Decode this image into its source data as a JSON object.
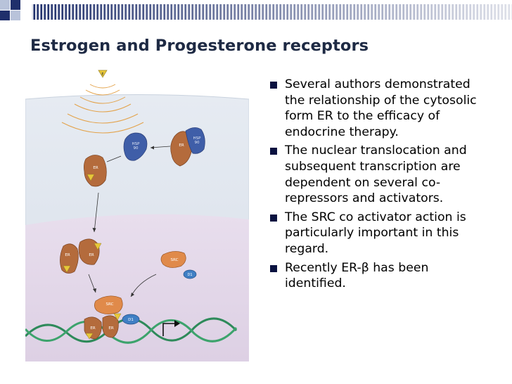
{
  "slide": {
    "title": "Estrogen and Progesterone receptors",
    "bullets": [
      "Several authors demonstrated the relationship of the cytosolic form ER to the efficacy of endocrine therapy.",
      "The nuclear translocation and subsequent transcription are dependent on several co-repressors and activators.",
      "The SRC co activator action is particularly important in this regard.",
      "Recently ER-β has been identified."
    ]
  },
  "figure": {
    "labels": {
      "estrogen": "E",
      "hsp90_a": "HSP\n90",
      "er_cyto": "ER",
      "hsp90_b": "HSP\n90",
      "er_moving": "ER",
      "er_nuc1": "ER",
      "er_nuc2": "ER",
      "src_free": "SRC",
      "d1_free": "D1",
      "src_bound": "SRC",
      "d1_bound": "D1",
      "er_dna1": "ER",
      "er_dna2": "ER"
    }
  },
  "colors": {
    "title": "#1e2a44",
    "bullet_marker": "#0a1240",
    "stripe_dark": "#1f2f6b",
    "cytoplasm": "#dfe5ef",
    "nucleus": "#e3d8ea",
    "receptor": "#b46b3c",
    "hsp": "#3f5ea8",
    "ligand": "#e8c83a"
  }
}
